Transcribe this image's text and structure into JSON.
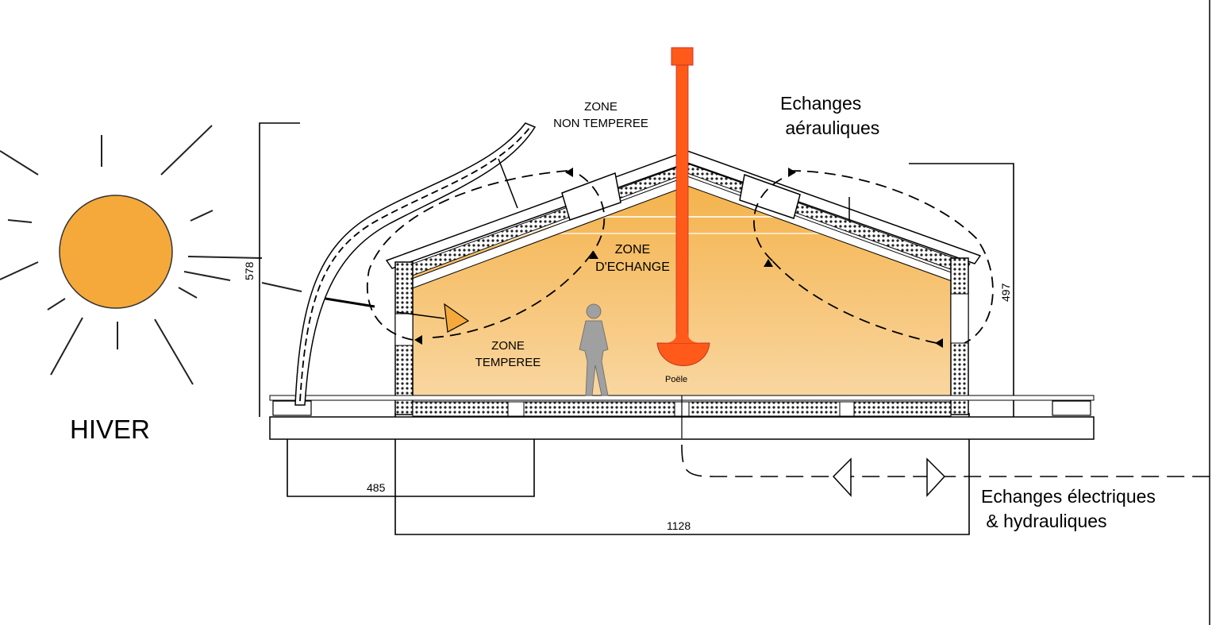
{
  "season": "HIVER",
  "zones": {
    "non_temperee": "ZONE\nNON TEMPEREE",
    "echange": "ZONE\nD'ECHANGE",
    "temperee": "ZONE\nTEMPEREE"
  },
  "labels": {
    "exchanges_air": "Echanges\n aérauliques",
    "exchanges_elec": "Echanges électriques\n & hydrauliques",
    "stove": "Poële"
  },
  "dimensions": {
    "width_overhang": "485",
    "width_total": "1128",
    "height_left": "578",
    "height_right": "497"
  },
  "colors": {
    "sun": "#f5a93b",
    "stove": "#ff5a1a",
    "warm_upper": "#f5b95a",
    "warm_lower": "#f8cd8c",
    "person": "#a0a0a0"
  }
}
